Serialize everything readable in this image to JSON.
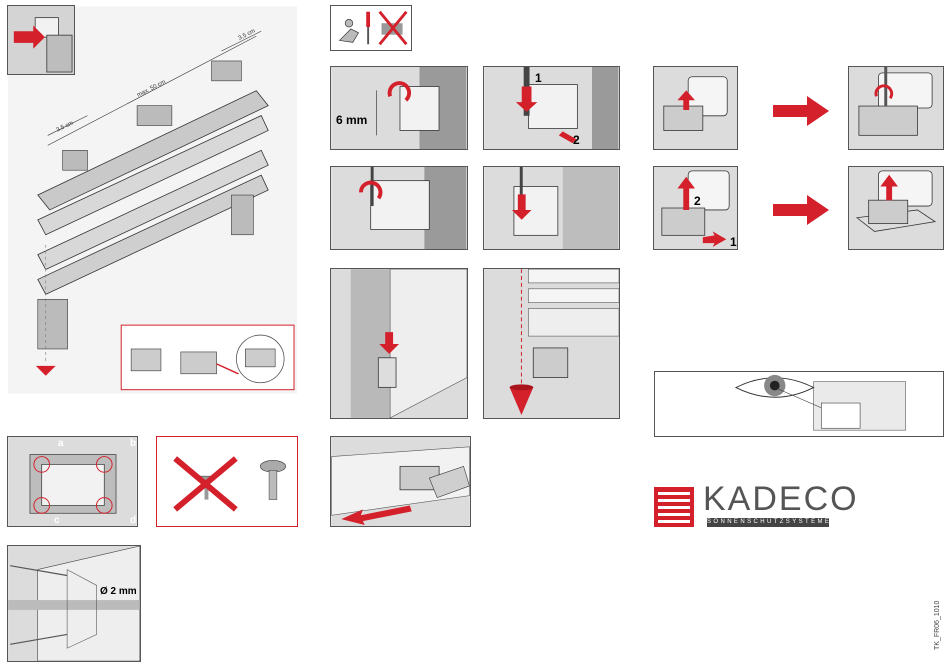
{
  "diagram": {
    "dim_left": "3,5 cm",
    "dim_mid": "max. 50 cm",
    "dim_right": "3,5 cm",
    "corner_labels": [
      "a",
      "b",
      "c",
      "d"
    ],
    "depth_label": "6 mm",
    "step_1": "1",
    "step_2": "2",
    "drill_label": "Ø 2 mm"
  },
  "brand": {
    "logo_text": "KADECO",
    "tagline": "SONNENSCHUTZSYSTEME"
  },
  "doc_code": "TK_FR06_1010",
  "colors": {
    "accent": "#d4202a",
    "panel": "#e9e9e9",
    "frame": "#555555"
  },
  "icons": [
    "hand-tool-icon",
    "screwdriver-icon",
    "no-drill-icon",
    "no-countersunk-screw-icon",
    "pan-head-screw-icon",
    "eye-icon",
    "arrow-right-icon",
    "plumb-bob-icon"
  ]
}
